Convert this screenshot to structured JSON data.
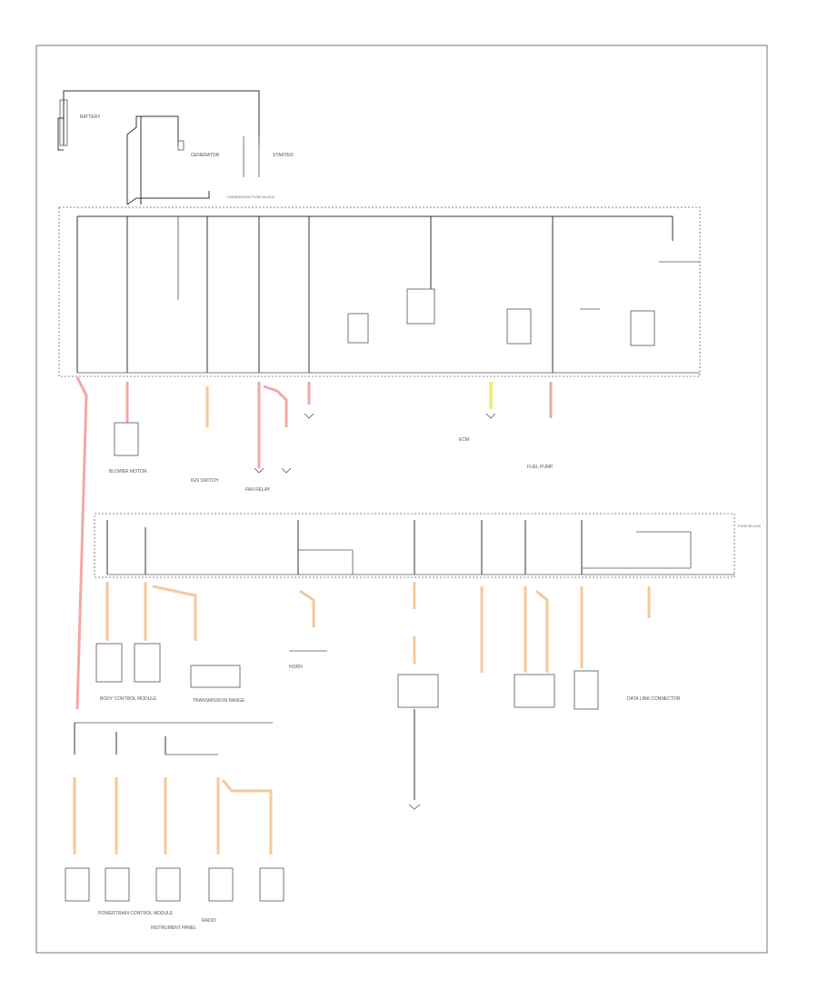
{
  "battery": {
    "label": "BATTERY"
  },
  "generator": {
    "label": "GENERATOR"
  },
  "starter": {
    "label": "STARTER"
  },
  "fuse_block_top": {
    "label": "UNDERHOOD FUSE BLOCK"
  },
  "fuse_block_mid": {
    "label": "FUSE BLOCK"
  },
  "top_components": [
    {
      "label": "BLOWER MOTOR"
    },
    {
      "label": "IGN SWITCH"
    },
    {
      "label": "FAN RELAY"
    },
    {
      "label": "ECM"
    },
    {
      "label": "FUEL PUMP"
    }
  ],
  "bottom_components": [
    {
      "label": "BODY CONTROL MODULE"
    },
    {
      "label": "TRANSMISSION RANGE"
    },
    {
      "label": "INSTRUMENT PANEL"
    },
    {
      "label": "HORN"
    },
    {
      "label": "DATA LINK CONNECTOR"
    },
    {
      "label": "POWERTRAIN CONTROL MODULE"
    },
    {
      "label": "RADIO"
    }
  ],
  "footer": {
    "code": ""
  }
}
